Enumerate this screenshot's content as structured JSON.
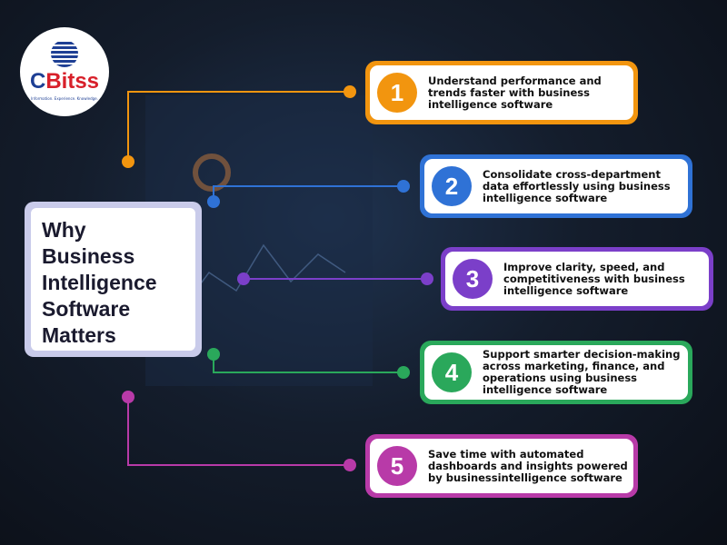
{
  "logo": {
    "name_c": "C",
    "name_rest": "Bitss",
    "tagline": "Information. Experience. Knowledge."
  },
  "title": {
    "lines": [
      "Why",
      "Business",
      "Intelligence",
      "Software",
      "Matters"
    ]
  },
  "colors": {
    "c1": "#f2950f",
    "c2": "#2f72d6",
    "c3": "#7b3fc9",
    "c4": "#2aa85b",
    "c5": "#b83aa8"
  },
  "points": [
    {
      "number": "1",
      "text": "Understand performance and trends faster with business intelligence software"
    },
    {
      "number": "2",
      "text": "Consolidate cross-department data effortlessly using business intelligence software"
    },
    {
      "number": "3",
      "text": "Improve clarity, speed, and competitiveness with business intelligence software"
    },
    {
      "number": "4",
      "text": "Support smarter decision-making across marketing, finance, and operations using business intelligence software"
    },
    {
      "number": "5",
      "text": "Save time with automated dashboards and insights powered by businessintelligence software"
    }
  ]
}
